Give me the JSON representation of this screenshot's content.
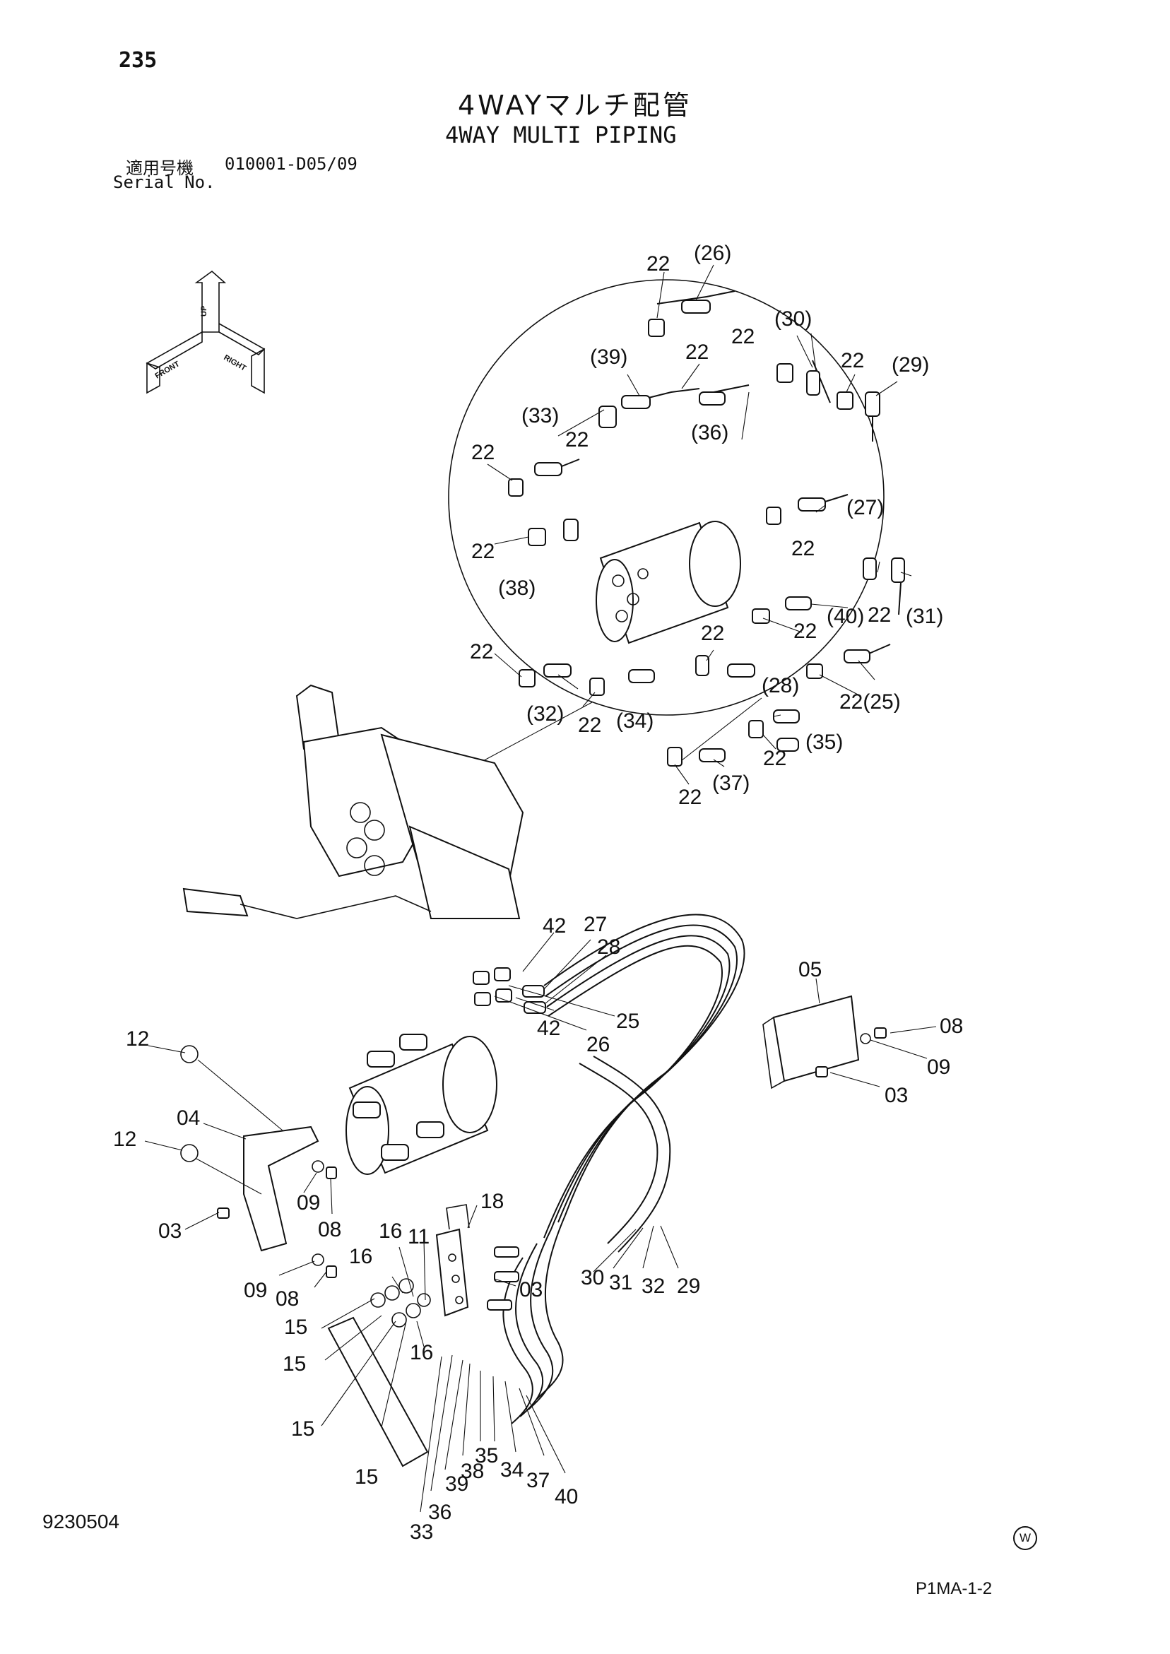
{
  "header": {
    "page_number": "235",
    "title_jp": "4WAYマルチ配管",
    "title_en": "4WAY MULTI PIPING",
    "serial_label_jp": "適用号機",
    "serial_value": "010001-D05/09",
    "serial_label_en": "Serial No."
  },
  "orientation_icon": {
    "up": "UP",
    "front": "FRONT",
    "right": "RIGHT"
  },
  "callouts": [
    "22",
    "(26)",
    "(30)",
    "(39)",
    "22",
    "22",
    "22",
    "(29)",
    "(33)",
    "22",
    "(36)",
    "22",
    "(27)",
    "22",
    "22",
    "(38)",
    "(40)",
    "22",
    "(31)",
    "22",
    "22",
    "22",
    "(28)",
    "22(25)",
    "(32)",
    "22",
    "(34)",
    "(35)",
    "22",
    "(37)",
    "22",
    "42",
    "27",
    "28",
    "42",
    "25",
    "26",
    "05",
    "08",
    "09",
    "03",
    "12",
    "04",
    "12",
    "09",
    "08",
    "03",
    "18",
    "16",
    "11",
    "16",
    "03",
    "15",
    "30",
    "31",
    "32",
    "29",
    "09",
    "08",
    "15",
    "16",
    "15",
    "15",
    "35",
    "38",
    "34",
    "37",
    "39",
    "40",
    "36",
    "33"
  ],
  "footer": {
    "document_number": "9230504",
    "w_mark": "W",
    "figure_code": "P1MA-1-2"
  }
}
